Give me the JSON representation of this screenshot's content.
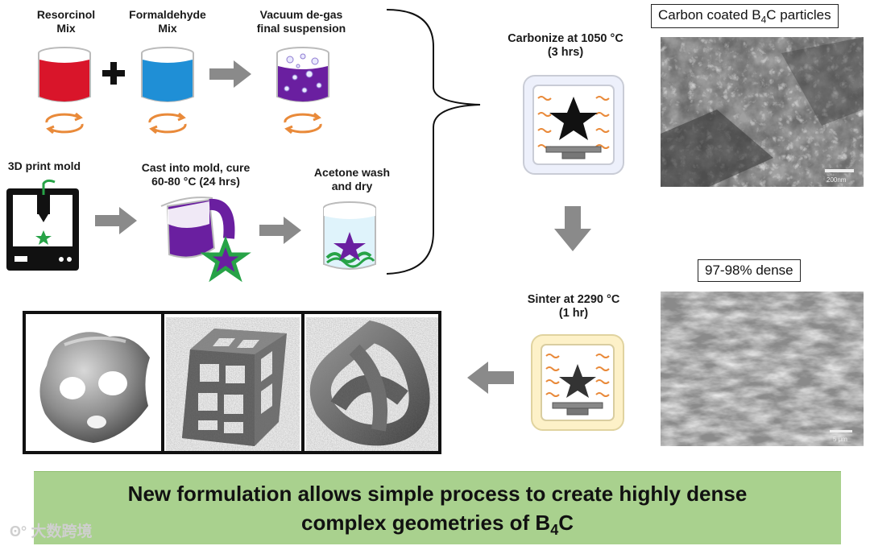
{
  "steps": {
    "resorcinol": "Resorcinol\nMix",
    "formaldehyde": "Formaldehyde\nMix",
    "degas": "Vacuum de-gas\nfinal suspension",
    "print_mold": "3D print mold",
    "cast": "Cast into mold, cure\n60-80 °C (24 hrs)",
    "acetone": "Acetone wash\nand dry",
    "carbonize": "Carbonize at 1050 °C\n(3 hrs)",
    "sinter": "Sinter at 2290 °C\n(1 hr)"
  },
  "labels": {
    "carbon_coated_prefix": "Carbon coated B",
    "carbon_coated_sub": "4",
    "carbon_coated_suffix": "C particles",
    "dense": "97-98% dense"
  },
  "micrographs": {
    "scale_top": "200nm",
    "scale_bottom": "5 μm"
  },
  "banner": {
    "line1": "New formulation allows simple process to create highly dense",
    "line2_prefix": "complex geometries of B",
    "line2_sub": "4",
    "line2_suffix": "C"
  },
  "watermark": "大数跨境",
  "colors": {
    "red_beaker": "#d9152a",
    "blue_beaker": "#1f8fd6",
    "purple": "#6a1fa0",
    "green": "#27a347",
    "orange_rotate": "#e98a3a",
    "arrow_gray": "#8a8a8a",
    "banner": "#a9d18e",
    "furnace_top": "#edf0fb",
    "furnace_bottom": "#fdf1c8"
  }
}
